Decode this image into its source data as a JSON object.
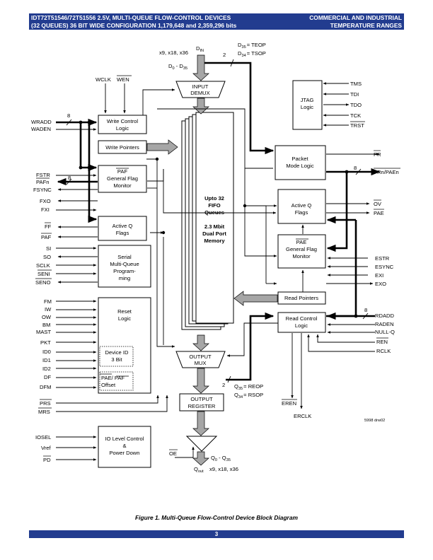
{
  "header": {
    "left_line1": "IDT72T51546/72T51556 2.5V, MULTI-QUEUE FLOW-CONTROL DEVICES",
    "left_line2": "(32 QUEUES) 36 BIT WIDE CONFIGURATION 1,179,648 and 2,359,296 bits",
    "right_line1": "COMMERCIAL AND INDUSTRIAL",
    "right_line2": "TEMPERATURE RANGES"
  },
  "figure": {
    "caption": "Figure 1.  Multi-Queue Flow-Control Device Block Diagram",
    "ref": "5998 drw02"
  },
  "footer": {
    "page": "3"
  },
  "blocks": {
    "input_demux": [
      "INPUT",
      "DEMUX"
    ],
    "write_control": [
      "Write Control",
      "Logic"
    ],
    "write_pointers": [
      "Write Pointers"
    ],
    "gfm_left": [
      "PAF",
      "General Flag",
      "Monitor"
    ],
    "active_q_left": [
      "Active Q",
      "Flags"
    ],
    "serial": [
      "Serial",
      "Multi-Queue",
      "Program-",
      "ming"
    ],
    "reset": [
      "Reset",
      "Logic"
    ],
    "device_id": [
      "Device ID",
      "3 Bit"
    ],
    "offset": [
      "PAE/ PAF",
      "Offset"
    ],
    "io_level": [
      "IO Level Control",
      "&",
      "Power Down"
    ],
    "fifo": [
      "Upto 32",
      "FIFO",
      "Queues",
      "",
      "2.3 Mbit",
      "Dual Port",
      "Memory"
    ],
    "output_mux": [
      "OUTPUT",
      "MUX"
    ],
    "output_register": [
      "OUTPUT",
      "REGISTER"
    ],
    "jtag": [
      "JTAG",
      "Logic"
    ],
    "packet": [
      "Packet",
      "Mode Logic"
    ],
    "active_q_right": [
      "Active Q",
      "Flags"
    ],
    "gfm_right": [
      "PAE",
      "General Flag",
      "Monitor"
    ],
    "read_pointers": [
      "Read Pointers"
    ],
    "read_control": [
      "Read Control",
      "Logic"
    ]
  },
  "signals": {
    "din": "D",
    "din_sub": "IN",
    "din_widths": "x9, x18, x36",
    "din_range_a": "D",
    "din_range_a_sub": "0",
    "din_range_sep": " - D",
    "din_range_b_sub": "35",
    "teop": "= TEOP",
    "teop_pre": "D",
    "teop_sub": "35",
    "tsop": "= TSOP",
    "tsop_pre": "D",
    "tsop_sub": "34",
    "two_top": "2",
    "two_bottom": "2",
    "wclk": "WCLK",
    "wen": "WEN",
    "wradd": "WRADD",
    "waden": "WADEN",
    "eight_left": "8",
    "eight_left2": "8",
    "fstr": "FSTR",
    "pafn": "PAFn",
    "fsync": "FSYNC",
    "fxo": "FXO",
    "fxi": "FXI",
    "ff": "FF",
    "paf": "PAF",
    "si": "SI",
    "so": "SO",
    "sclk": "SCLK",
    "seni": "SENI",
    "seno": "SENO",
    "fm": "FM",
    "iw": "IW",
    "ow": "OW",
    "bm": "BM",
    "mast": "MAST",
    "pkt": "PKT",
    "id0": "ID0",
    "id1": "ID1",
    "id2": "ID2",
    "df": "DF",
    "dfm": "DFM",
    "prs": "PRS",
    "mrs": "MRS",
    "iosel": "IOSEL",
    "vref": "Vref",
    "pd": "PD",
    "tms": "TMS",
    "tdi": "TDI",
    "tdo": "TDO",
    "tck": "TCK",
    "trst": "TRST",
    "pr": "PR",
    "prn": "PRn/PAEn",
    "eight_right": "8",
    "eight_right2": "8",
    "ov": "OV",
    "pae": "PAE",
    "estr": "ESTR",
    "esync": "ESYNC",
    "exi": "EXI",
    "exo": "EXO",
    "rdadd": "RDADD",
    "raden": "RADEN",
    "nullq": "NULL-Q",
    "ren": "REN",
    "rclk": "RCLK",
    "eren": "EREN",
    "erclk": "ERCLK",
    "reop": "= REOP",
    "reop_pre": "Q",
    "reop_sub": "35",
    "rsop": "= RSOP",
    "rsop_pre": "Q",
    "rsop_sub": "34",
    "oe": "OE",
    "qrange_a": "Q",
    "qrange_a_sub": "0",
    "qrange_sep": " - Q",
    "qrange_b_sub": "35",
    "qout": "Q",
    "qout_sub": "out",
    "qout_widths": "x9, x18, x36"
  }
}
